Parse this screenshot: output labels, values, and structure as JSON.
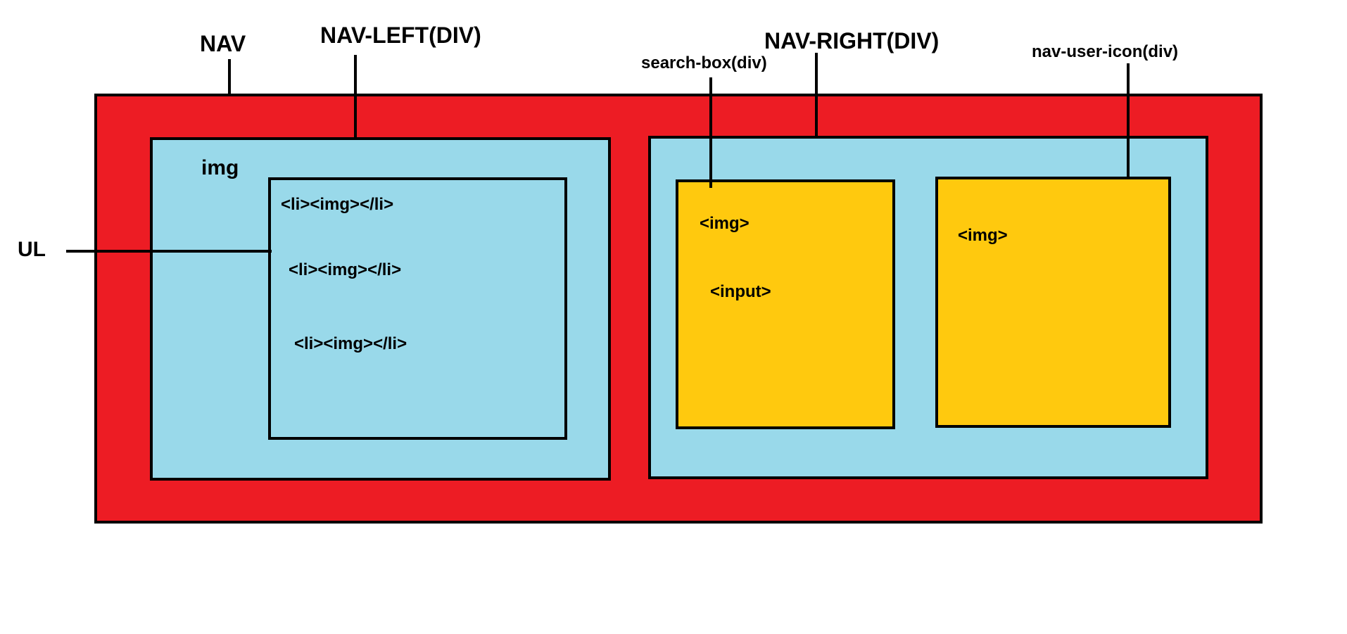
{
  "colors": {
    "nav": "#ED1C24",
    "container": "#99D9EA",
    "item": "#FFC90E",
    "outline": "#000000"
  },
  "labels": {
    "nav": "NAV",
    "nav_left": "NAV-LEFT(DIV)",
    "nav_right": "NAV-RIGHT(DIV)",
    "search_box": "search-box(div)",
    "nav_user_icon": "nav-user-icon(div)",
    "ul": "UL"
  },
  "nav_left": {
    "img": "img",
    "list_items": [
      "<li><img></li>",
      "<li><img></li>",
      "<li><img></li>"
    ]
  },
  "search_box": {
    "img": "<img>",
    "input": "<input>"
  },
  "nav_user_icon": {
    "img": "<img>"
  }
}
